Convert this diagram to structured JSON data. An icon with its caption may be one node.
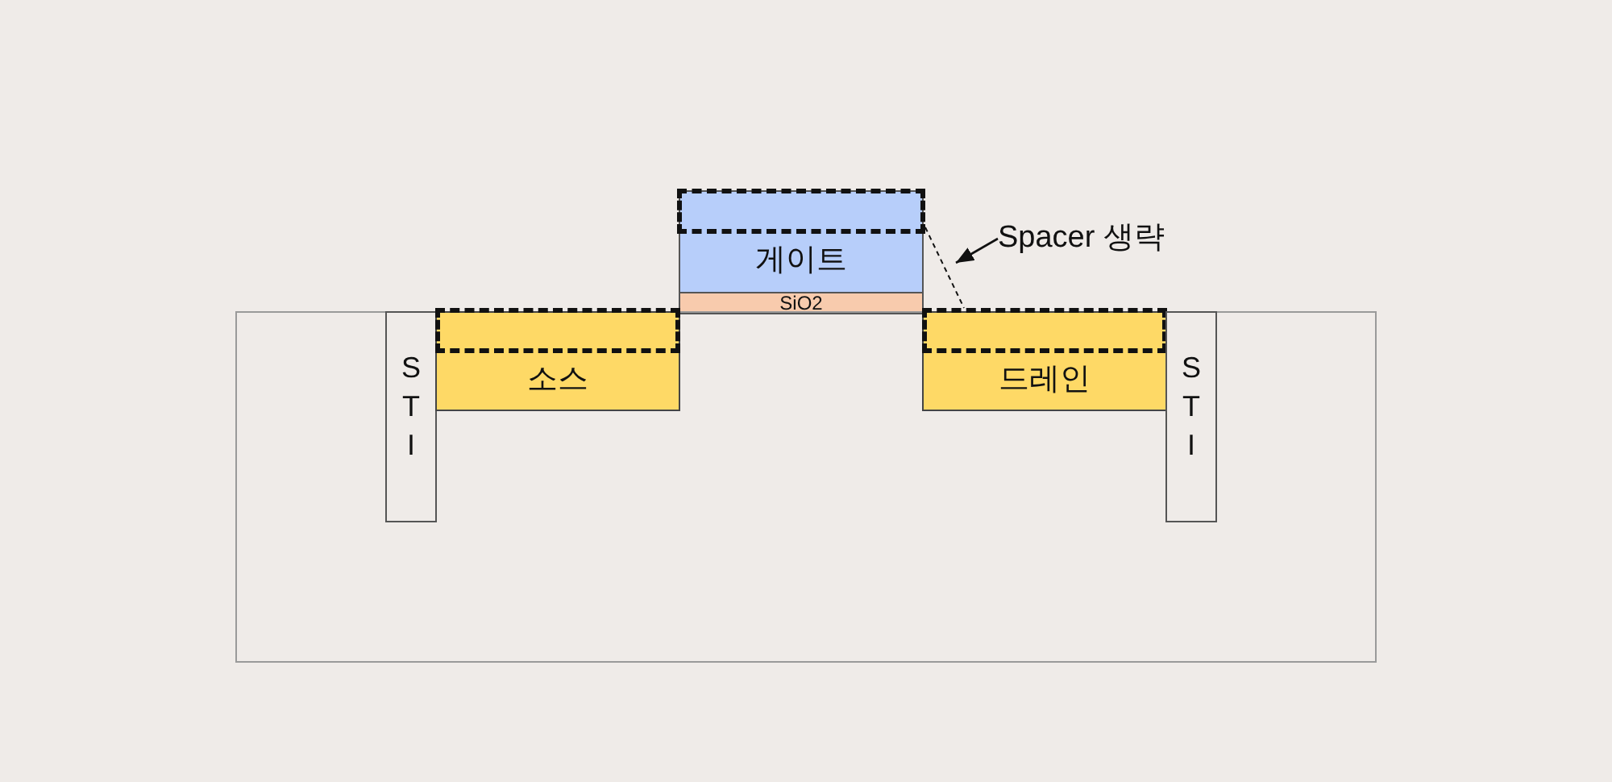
{
  "diagram": {
    "nodes": [
      {
        "text": [
          "게이트"
        ]
      },
      {
        "text": [],
        "shape": "box",
        "in": 0
      },
      {
        "text": [
          "Spacer 생략"
        ]
      },
      {
        "text": [
          "SiO2"
        ]
      },
      {
        "text": [],
        "shape": "box"
      },
      {
        "text": [
          "S T I"
        ],
        "in": 4
      },
      {
        "text": [
          "소스"
        ],
        "in": 4
      },
      {
        "text": [],
        "shape": "box",
        "in": 6
      },
      {
        "text": [
          "드레인"
        ],
        "in": 4
      },
      {
        "text": [],
        "shape": "box",
        "in": 8
      },
      {
        "text": [
          "S T I"
        ],
        "in": 4
      }
    ],
    "edges": [
      {
        "from": 2,
        "to": null,
        "arrow": "to"
      },
      {
        "from": 1,
        "to": 9,
        "arrow": "none",
        "style": "dashed"
      }
    ]
  }
}
